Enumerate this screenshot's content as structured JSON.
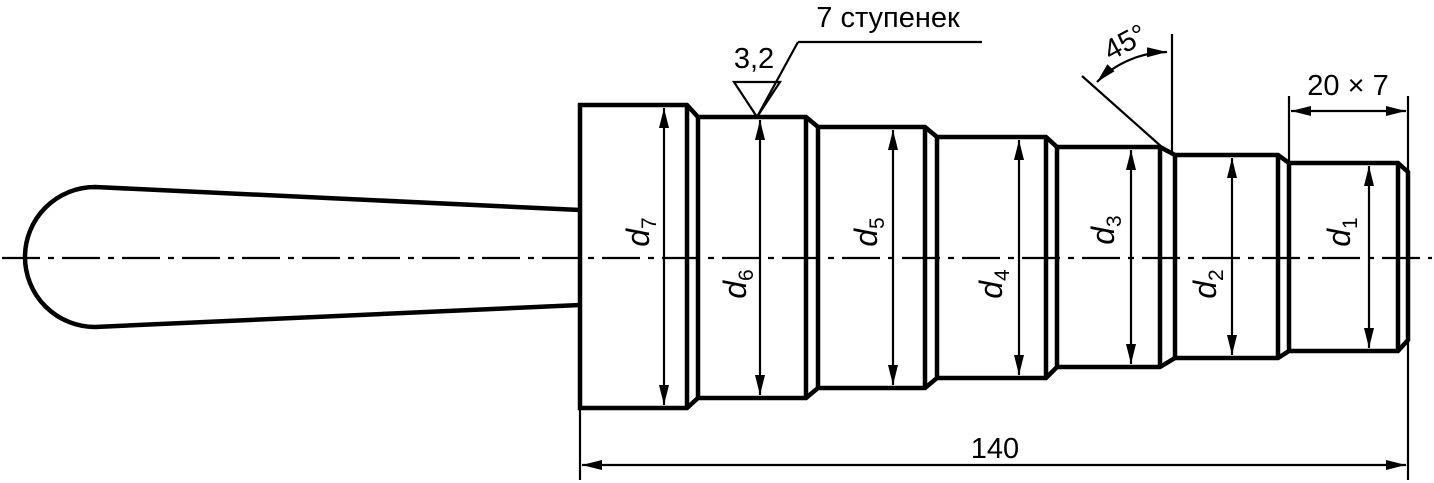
{
  "labels": {
    "steps_note": "7 ступенек",
    "roughness": "3,2",
    "chamfer_angle": "45°",
    "step_length": "20 × 7",
    "total_length": "140"
  },
  "diameters": [
    {
      "letter": "d",
      "index": "1"
    },
    {
      "letter": "d",
      "index": "2"
    },
    {
      "letter": "d",
      "index": "3"
    },
    {
      "letter": "d",
      "index": "4"
    },
    {
      "letter": "d",
      "index": "5"
    },
    {
      "letter": "d",
      "index": "6"
    },
    {
      "letter": "d",
      "index": "7"
    }
  ]
}
